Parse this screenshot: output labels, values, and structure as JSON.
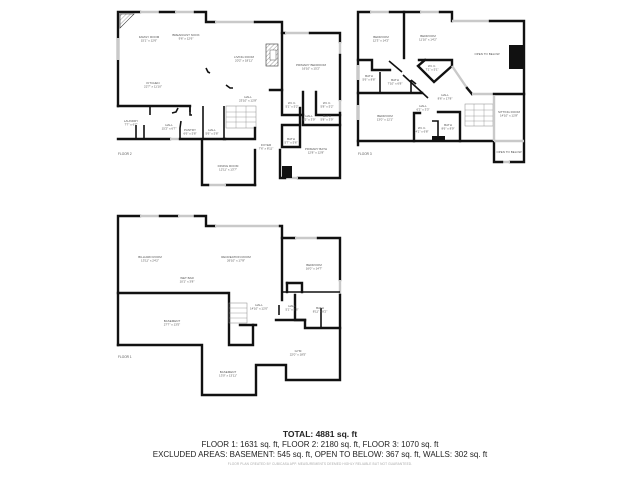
{
  "floors": [
    {
      "label": "FLOOR 2",
      "rooms": [
        {
          "name": "FAMILY ROOM",
          "dims": "15'1\" x 12'6\""
        },
        {
          "name": "BREAKFAST NOOK",
          "dims": "9'6\" x 12'6\""
        },
        {
          "name": "KITCHEN",
          "dims": "22'7\" x 11'10\""
        },
        {
          "name": "LIVING ROOM",
          "dims": "20'2\" x 18'11\""
        },
        {
          "name": "PRIMARY BEDROOM",
          "dims": "16'10\" x 15'2\""
        },
        {
          "name": "HALL",
          "dims": "23'10\" x 12'8\""
        },
        {
          "name": "W.I.C.",
          "dims": "5'1\" x 5'2\""
        },
        {
          "name": "W.I.C.",
          "dims": "5'8\" x 5'2\""
        },
        {
          "name": "HALL",
          "dims": "9'5\" x 3'9\""
        },
        {
          "name": "BATH",
          "dims": "5'8\" x 3'9\""
        },
        {
          "name": "LAUNDRY",
          "dims": "7'7\" x 6'7\""
        },
        {
          "name": "HALL",
          "dims": "15'2\" x 6'7\""
        },
        {
          "name": "PANTRY",
          "dims": "6'6\" x 5'8\""
        },
        {
          "name": "HALL",
          "dims": "5'6\" x 5'8\""
        },
        {
          "name": "BATH",
          "dims": "5'7\" x 5'6\""
        },
        {
          "name": "FOYER",
          "dims": "7'6\" x 8'11\""
        },
        {
          "name": "PRIMARY BATH",
          "dims": "12'8\" x 12'8\""
        },
        {
          "name": "DINING ROOM",
          "dims": "12'11\" x 13'7\""
        }
      ]
    },
    {
      "label": "FLOOR 3",
      "rooms": [
        {
          "name": "BEDROOM",
          "dims": "12'3\" x 14'2\""
        },
        {
          "name": "BEDROOM",
          "dims": "11'10\" x 14'2\""
        },
        {
          "name": "OPEN TO BELOW",
          "dims": ""
        },
        {
          "name": "W.I.C.",
          "dims": "7'1\" x 5'1\""
        },
        {
          "name": "BATH",
          "dims": "5'6\" x 8'8\""
        },
        {
          "name": "BATH",
          "dims": "7'10\" x 6'8\""
        },
        {
          "name": "HALL",
          "dims": "8'6\" x 17'8\""
        },
        {
          "name": "HALL",
          "dims": "6'2\" x 3'3\""
        },
        {
          "name": "BEDROOM",
          "dims": "13'0\" x 12'1\""
        },
        {
          "name": "W.I.C.",
          "dims": "4'1\" x 6'8\""
        },
        {
          "name": "BATH",
          "dims": "8'6\" x 8'9\""
        },
        {
          "name": "SITTING ROOM",
          "dims": "14'10\" x 12'8\""
        },
        {
          "name": "OPEN TO BELOW",
          "dims": ""
        }
      ]
    },
    {
      "label": "FLOOR 1",
      "rooms": [
        {
          "name": "BILLIARD ROOM",
          "dims": "13'11\" x 24'2\""
        },
        {
          "name": "WET BAR",
          "dims": "10'1\" x 3'8\""
        },
        {
          "name": "RECREATION ROOM",
          "dims": "26'10\" x 17'8\""
        },
        {
          "name": "BEDROOM",
          "dims": "16'0\" x 14'7\""
        },
        {
          "name": "BASEMENT",
          "dims": "27'7\" x 13'5\""
        },
        {
          "name": "HALL",
          "dims": "14'10\" x 12'0\""
        },
        {
          "name": "HALL",
          "dims": "5'1\" x 3'6\""
        },
        {
          "name": "BATH",
          "dims": "8'11\" x 8'2\""
        },
        {
          "name": "GYM",
          "dims": "22'0\" x 18'5\""
        },
        {
          "name": "BASEMENT",
          "dims": "13'0\" x 13'11\""
        }
      ]
    }
  ],
  "summary": {
    "total": "TOTAL: 4881 sq. ft",
    "floors_line": "FLOOR 1: 1631 sq. ft, FLOOR 2: 2180 sq. ft, FLOOR 3: 1070 sq. ft",
    "excluded_line": "EXCLUDED AREAS: BASEMENT: 545 sq. ft, OPEN TO BELOW: 367 sq. ft, WALLS: 302 sq. ft",
    "disclaimer": "FLOOR PLAN CREATED BY CUBICASA APP. MEASUREMENTS DEEMED HIGHLY RELIABLE BUT NOT GUARANTEED."
  }
}
